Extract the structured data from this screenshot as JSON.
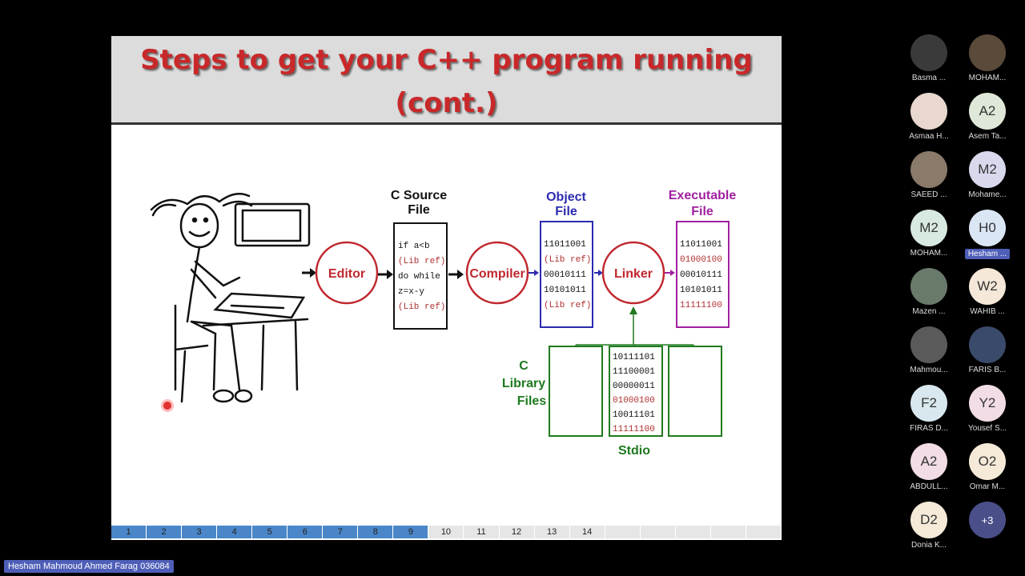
{
  "slide": {
    "title_line1": "Steps to get your C++ program running",
    "title_line2": "(cont.)",
    "diagram": {
      "editor": "Editor",
      "compiler": "Compiler",
      "linker": "Linker",
      "source_title1": "C Source",
      "source_title2": "File",
      "source_lines": [
        "if a<b",
        "(Lib ref)",
        "do while",
        "z=x-y",
        "(Lib ref)"
      ],
      "object_title1": "Object",
      "object_title2": "File",
      "object_lines": [
        "11011001",
        "(Lib ref)",
        "00010111",
        "10101011",
        "(Lib ref)"
      ],
      "exec_title1": "Executable",
      "exec_title2": "File",
      "exec_lines": [
        "11011001",
        "01000100",
        "00010111",
        "10101011",
        "11111100"
      ],
      "library_label1": "C",
      "library_label2": "Library",
      "library_label3": "Files",
      "stdio_lines": [
        "10111101",
        "11100001",
        "00000011",
        "01000100",
        "10011101",
        "11111100"
      ],
      "stdio_label": "Stdio"
    }
  },
  "progress": {
    "segments": [
      "1",
      "2",
      "3",
      "4",
      "5",
      "6",
      "7",
      "8",
      "9",
      "10",
      "11",
      "12",
      "13",
      "14",
      "",
      "",
      "",
      "",
      ""
    ],
    "completed": 9
  },
  "participants": [
    {
      "name": "Basma ...",
      "initials": "",
      "color": "#3a3a3a",
      "photo": true
    },
    {
      "name": "MOHAM...",
      "initials": "",
      "color": "#5a4a3a",
      "photo": true
    },
    {
      "name": "Asmaa H...",
      "initials": "",
      "color": "#e8d8d0",
      "photo": true
    },
    {
      "name": "Asem Ta...",
      "initials": "A2",
      "color": "#dfe8d8"
    },
    {
      "name": "SAEED ...",
      "initials": "",
      "color": "#8a7a6a",
      "photo": true
    },
    {
      "name": "Mohame...",
      "initials": "M2",
      "color": "#d9d9ee"
    },
    {
      "name": "MOHAM...",
      "initials": "M2",
      "color": "#d8eadf"
    },
    {
      "name": "Hesham ...",
      "initials": "H0",
      "color": "#dbe6f5",
      "active": true
    },
    {
      "name": "Mazen ...",
      "initials": "",
      "color": "#6a7a6a",
      "photo": true
    },
    {
      "name": "WAHIB ...",
      "initials": "W2",
      "color": "#f5e8d8"
    },
    {
      "name": "Mahmou...",
      "initials": "",
      "color": "#5a5a5a",
      "photo": true
    },
    {
      "name": "FARIS B...",
      "initials": "",
      "color": "#3a4a6a",
      "photo": true
    },
    {
      "name": "FIRAS D...",
      "initials": "F2",
      "color": "#d8e8ee"
    },
    {
      "name": "Yousef S...",
      "initials": "Y2",
      "color": "#f2dde6"
    },
    {
      "name": "ABDULL...",
      "initials": "A2",
      "color": "#f2dde6"
    },
    {
      "name": "Omar M...",
      "initials": "O2",
      "color": "#f5ead8"
    },
    {
      "name": "Donia K...",
      "initials": "D2",
      "color": "#f5ead8"
    },
    {
      "name": "",
      "initials": "+3",
      "color": "#4a4f8a",
      "more": true
    }
  ],
  "speaker_name": "Hesham Mahmoud Ahmed Farag 036084",
  "colors": {
    "title": "#c8282a",
    "editor_ring": "#c0282e",
    "object_box": "#2b2bb0",
    "exec_box": "#a020a0",
    "library_box": "#1f7a1f",
    "progress_done": "#4a86c8"
  }
}
